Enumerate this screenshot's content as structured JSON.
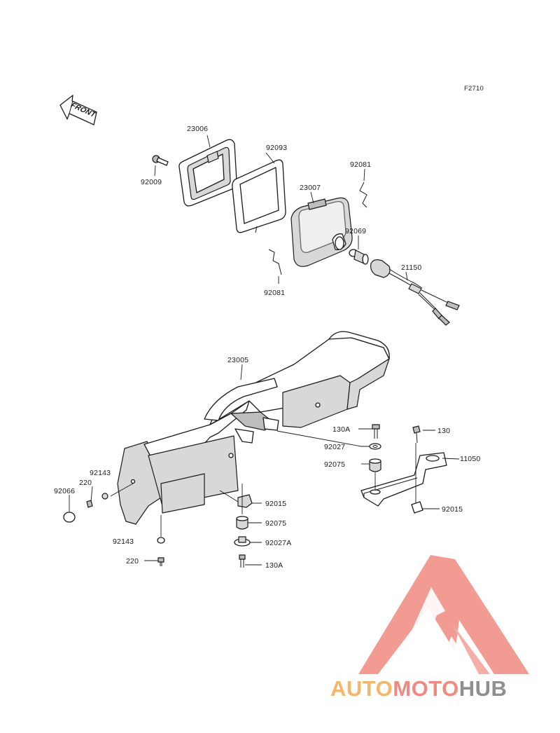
{
  "figure_ref": "F2710",
  "front_label": "FRONT",
  "parts": {
    "p23006_top": "23006",
    "p92093": "92093",
    "p92009": "92009",
    "p92081_a": "92081",
    "p23007": "23007",
    "p92069": "92069",
    "p21150": "21150",
    "p92081_b": "92081",
    "p23005": "23005",
    "p130A_r": "130A",
    "p130": "130",
    "p92027": "92027",
    "p11050": "11050",
    "p92075_r": "92075",
    "p92143_a": "92143",
    "p220_a": "220",
    "p92066": "92066",
    "p92015_c": "92015",
    "p92015_r": "92015",
    "p92075_c": "92075",
    "p92143_b": "92143",
    "p92027A": "92027A",
    "p220_b": "220",
    "p130A_c": "130A"
  },
  "watermark": {
    "part1": "AUTO",
    "part2": "MOTO",
    "part3": "HUB",
    "color_orange": "#f4b66a",
    "color_red": "#f08a80",
    "color_gray": "#8f8f8f"
  }
}
